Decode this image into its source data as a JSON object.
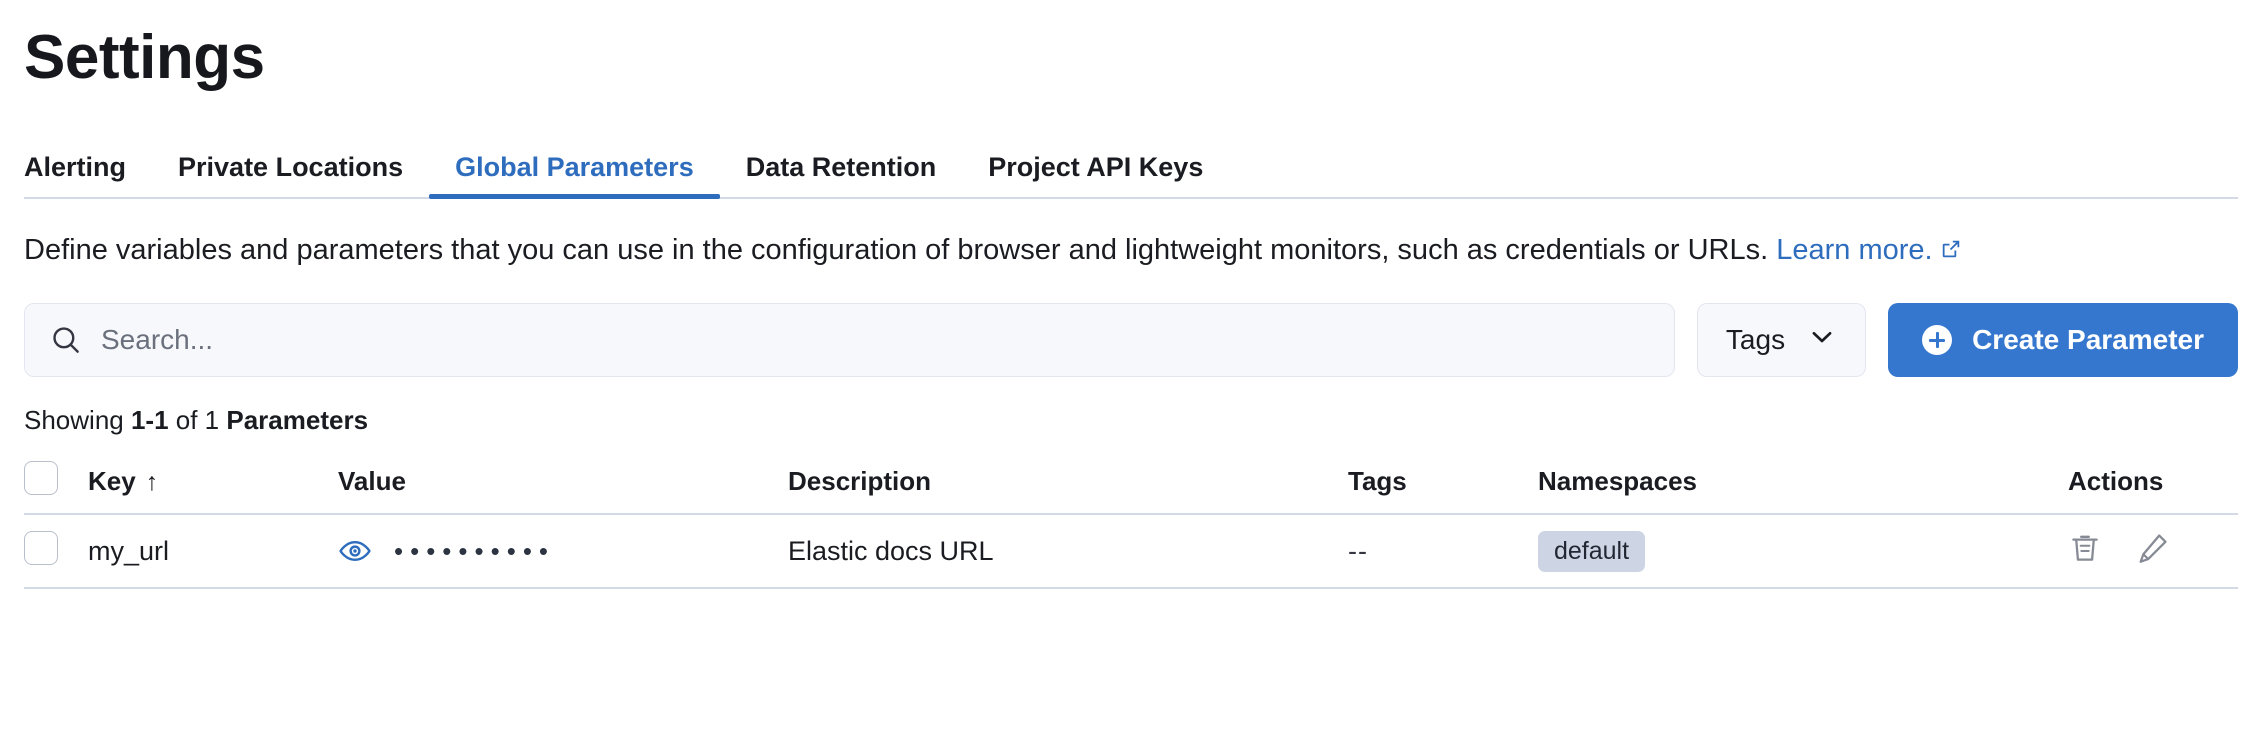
{
  "page": {
    "title": "Settings"
  },
  "tabs": [
    {
      "label": "Alerting",
      "active": false
    },
    {
      "label": "Private Locations",
      "active": false
    },
    {
      "label": "Global Parameters",
      "active": true
    },
    {
      "label": "Data Retention",
      "active": false
    },
    {
      "label": "Project API Keys",
      "active": false
    }
  ],
  "description": {
    "text": "Define variables and parameters that you can use in the configuration of browser and lightweight monitors, such as credentials or URLs.",
    "link_label": "Learn more.",
    "link_icon": "external-link-icon"
  },
  "controls": {
    "search": {
      "placeholder": "Search...",
      "value": "",
      "icon": "search-icon"
    },
    "tags_filter": {
      "label": "Tags",
      "icon": "chevron-down-icon"
    },
    "create_button": {
      "label": "Create Parameter",
      "icon": "plus-circle-icon",
      "color": "#3577ce"
    }
  },
  "results_summary": {
    "prefix": "Showing ",
    "range": "1-1",
    "middle": " of 1 ",
    "entity": "Parameters"
  },
  "table": {
    "columns": [
      {
        "key": "select",
        "label": "",
        "icon": "checkbox-icon"
      },
      {
        "key": "key",
        "label": "Key",
        "sort": "asc",
        "sort_icon": "arrow-up-icon"
      },
      {
        "key": "value",
        "label": "Value"
      },
      {
        "key": "description",
        "label": "Description"
      },
      {
        "key": "tags",
        "label": "Tags"
      },
      {
        "key": "namespaces",
        "label": "Namespaces"
      },
      {
        "key": "actions",
        "label": "Actions"
      }
    ],
    "rows": [
      {
        "selected": false,
        "key": "my_url",
        "value_masked": "••••••••••",
        "value_toggle_icon": "eye-icon",
        "description": "Elastic docs URL",
        "tags": "--",
        "namespaces": [
          "default"
        ],
        "actions": [
          {
            "name": "delete",
            "icon": "trash-icon"
          },
          {
            "name": "edit",
            "icon": "pencil-icon"
          }
        ]
      }
    ]
  },
  "colors": {
    "accent_blue": "#2e6dbd",
    "button_blue": "#3577ce",
    "border": "#d3dae6",
    "badge_bg": "#cdd5e4",
    "text": "#1a1c21",
    "muted": "#6a717d"
  }
}
